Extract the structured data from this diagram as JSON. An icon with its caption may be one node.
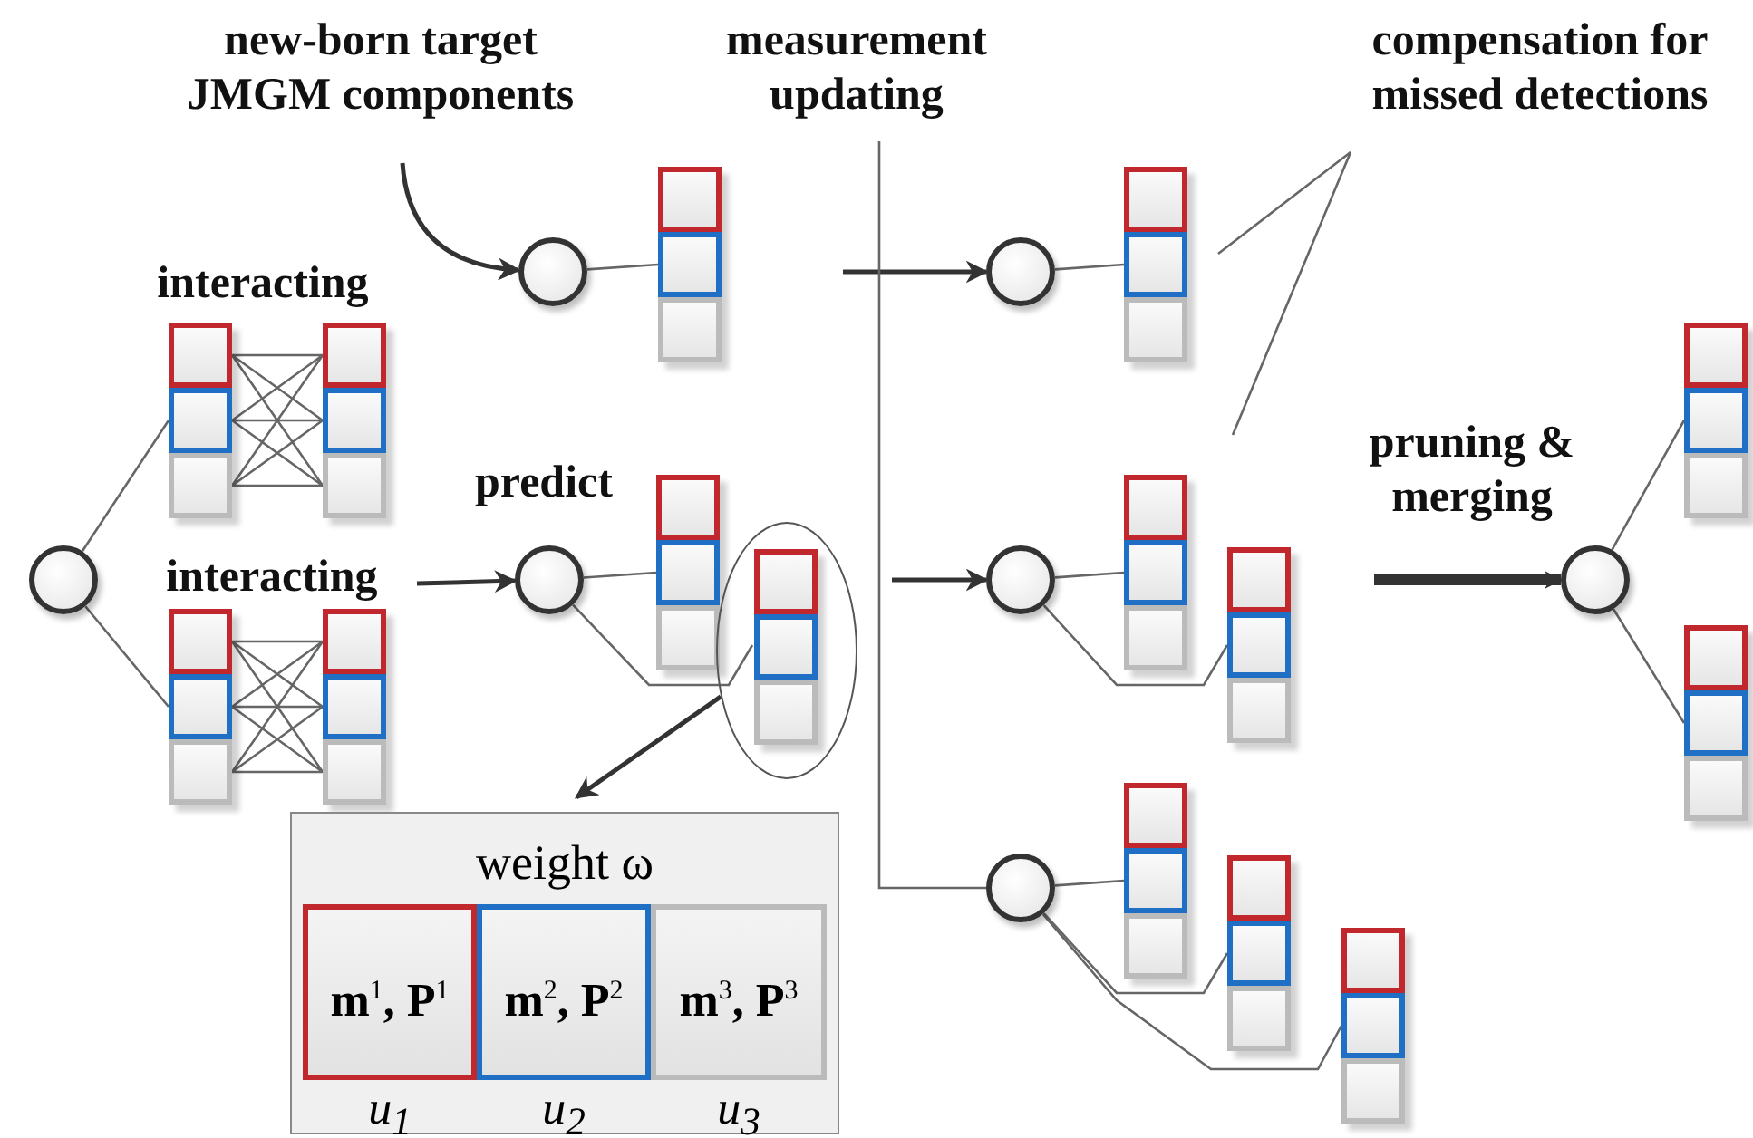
{
  "diagram": {
    "nodes": [
      {
        "text": [
          "new-born target JMGM components"
        ]
      },
      {
        "text": [
          "measurement updating"
        ]
      },
      {
        "text": [
          "compensation for missed detections"
        ]
      },
      {
        "text": [],
        "shape": "circle"
      },
      {
        "text": [],
        "shape": "box"
      },
      {
        "text": [],
        "shape": "circle"
      },
      {
        "text": [],
        "shape": "box"
      },
      {
        "text": [],
        "shape": "box"
      },
      {
        "text": [],
        "shape": "box"
      },
      {
        "text": [],
        "shape": "circle"
      },
      {
        "text": [],
        "shape": "circle"
      },
      {
        "text": [],
        "shape": "box"
      },
      {
        "text": [],
        "shape": "ellipse"
      },
      {
        "text": [],
        "shape": "box",
        "in": 12
      },
      {
        "text": [],
        "shape": "circle"
      },
      {
        "text": [],
        "shape": "box"
      },
      {
        "text": [],
        "shape": "box"
      },
      {
        "text": [],
        "shape": "circle"
      },
      {
        "text": [],
        "shape": "box"
      },
      {
        "text": [],
        "shape": "box"
      },
      {
        "text": [],
        "shape": "box"
      },
      {
        "text": [],
        "shape": "box"
      },
      {
        "text": [
          "weight ω"
        ]
      },
      {
        "text": [
          "m$^{1}$, P$^{1}$"
        ],
        "in": 22,
        "beside": [
          "u$_{1}$"
        ]
      },
      {
        "text": [
          "m$^{2}$, P$^{2}$"
        ],
        "in": 22,
        "beside": [
          "u$_{2}$"
        ]
      },
      {
        "text": [
          "m$^{3}$, P$^{3}$"
        ],
        "in": 22,
        "beside": [
          "u$_{3}$"
        ]
      },
      {
        "text": [],
        "shape": "circle"
      },
      {
        "text": [],
        "shape": "box"
      },
      {
        "text": [],
        "shape": "box"
      },
      {
        "text": [],
        "shape": "box"
      }
    ],
    "edges": [
      {
        "from": 0,
        "to": 3,
        "arrow": "to"
      },
      {
        "from": null,
        "to": 5,
        "arrow": "to"
      },
      {
        "from": 1,
        "to": 26,
        "arrow": "none"
      },
      {
        "from": null,
        "to": 14,
        "arrow": "to"
      },
      {
        "from": 2,
        "to": null,
        "arrow": "none"
      },
      {
        "from": 2,
        "to": null,
        "arrow": "none"
      },
      {
        "from": 3,
        "to": 4,
        "arrow": "none"
      },
      {
        "from": 5,
        "to": 6,
        "arrow": "none"
      },
      {
        "from": 9,
        "to": 7,
        "arrow": "none"
      },
      {
        "from": 9,
        "to": 20,
        "arrow": "none"
      },
      {
        "from": 7,
        "to": 8,
        "arrow": "none"
      },
      {
        "from": 20,
        "to": 21,
        "arrow": "none"
      },
      {
        "from": null,
        "to": 10,
        "arrow": "to"
      },
      {
        "from": 10,
        "to": 11,
        "arrow": "none"
      },
      {
        "from": 10,
        "to": 13,
        "arrow": "none"
      },
      {
        "from": 12,
        "to": 22,
        "arrow": "to"
      },
      {
        "from": 14,
        "to": 15,
        "arrow": "none"
      },
      {
        "from": 14,
        "to": 16,
        "arrow": "none"
      },
      {
        "from": null,
        "to": 17,
        "arrow": "to",
        "style": "thick"
      },
      {
        "from": 17,
        "to": 18,
        "arrow": "none"
      },
      {
        "from": 17,
        "to": 19,
        "arrow": "none"
      },
      {
        "from": 26,
        "to": 27,
        "arrow": "none"
      },
      {
        "from": 26,
        "to": 28,
        "arrow": "none"
      },
      {
        "from": 26,
        "to": 29,
        "arrow": "none"
      }
    ],
    "labels": [
      "interacting",
      "predict",
      "pruning & merging",
      "interacting"
    ]
  }
}
